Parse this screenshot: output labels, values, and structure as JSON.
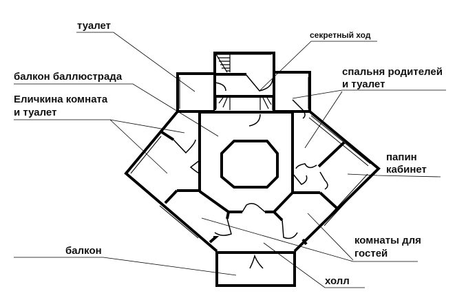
{
  "labels": {
    "toilet": "туалет",
    "balcony_balustrade": "балкон баллюстрада",
    "elichka_room_1": "Еличкина комната",
    "elichka_room_2": "и туалет",
    "secret_passage": "секретный ход",
    "parents_bedroom_1": "спальня родителей",
    "parents_bedroom_2": "и туалет",
    "dad_office_1": "папин",
    "dad_office_2": "кабинет",
    "guest_rooms_1": "комнаты для",
    "guest_rooms_2": "гостей",
    "balcony": "балкон",
    "hall": "холл"
  },
  "colors": {
    "wall": "#000000",
    "background": "#ffffff"
  }
}
